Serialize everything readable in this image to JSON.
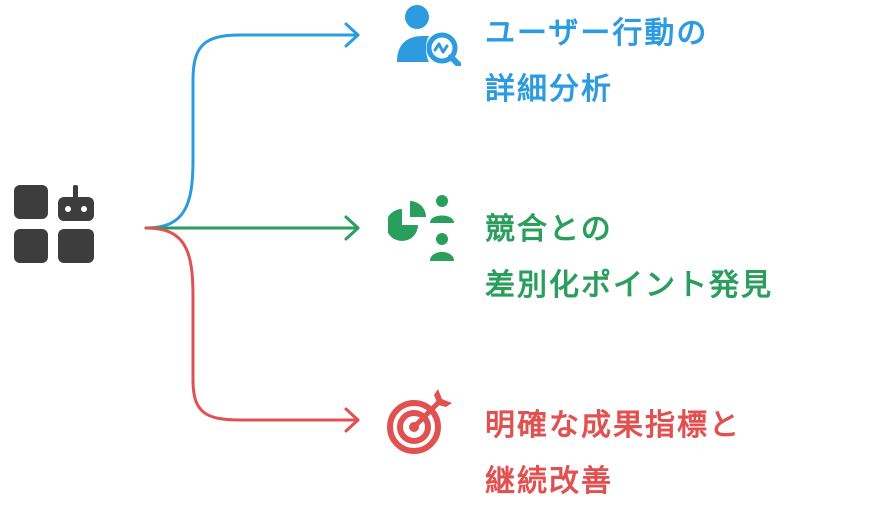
{
  "hub": {
    "icon": "dashboard-icon"
  },
  "branches": [
    {
      "icon": "user-analytics-icon",
      "color": "#2d9be0",
      "line1": "ユーザー行動の",
      "line2": "詳細分析"
    },
    {
      "icon": "competition-chart-icon",
      "color": "#2a9e5c",
      "line1": "競合との",
      "line2": "差別化ポイント発見"
    },
    {
      "icon": "target-icon",
      "color": "#e05252",
      "line1": "明確な成果指標と",
      "line2": "継続改善"
    }
  ]
}
